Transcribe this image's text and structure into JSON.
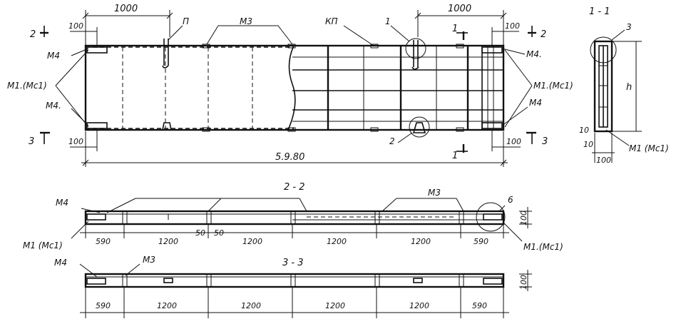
{
  "plan": {
    "dim_top_left": "1000",
    "dim_top_right": "1000",
    "dim_100_tl": "100",
    "dim_100_tr": "100",
    "dim_100_bl": "100",
    "dim_100_br": "100",
    "dim_total": "5.9.80",
    "mark_P": "П",
    "mark_M3": "М3",
    "mark_KP": "КП",
    "mark_1": "1",
    "mark_2": "2",
    "mark_M4_tl": "М4",
    "mark_M4_bl": "М4.",
    "mark_M4_tr": "М4.",
    "mark_M4_br": "М4",
    "mark_M1_left": "М1.(Мс1)",
    "mark_M1_right": "М1.(Мс1)",
    "cut_2_left": "2",
    "cut_2_right": "2",
    "cut_3_left": "3",
    "cut_3_right": "3",
    "cut_1_top": "1",
    "cut_1_bottom": "1"
  },
  "section11": {
    "title": "1 - 1",
    "mark_3": "3",
    "dim_h": "h",
    "dim_10a": "10",
    "dim_10b": "10",
    "dim_100": "100",
    "mark_M1": "М1 (Мс1)"
  },
  "section22": {
    "title": "2 - 2",
    "mark_M4": "М4",
    "mark_M3": "М3",
    "mark_6": "6",
    "mark_M1_left": "М1 (Мс1)",
    "mark_M1_right": "М1.(Мс1)",
    "dim_height": "100",
    "dim_50a": "50",
    "dim_50b": "50",
    "segments": [
      "590",
      "1200",
      "1200",
      "1200",
      "1200",
      "590"
    ]
  },
  "section33": {
    "title": "3 - 3",
    "mark_M4": "М4",
    "mark_M3": "М3",
    "dim_height": "100",
    "segments": [
      "590",
      "1200",
      "1200",
      "1200",
      "1200",
      "590"
    ]
  }
}
